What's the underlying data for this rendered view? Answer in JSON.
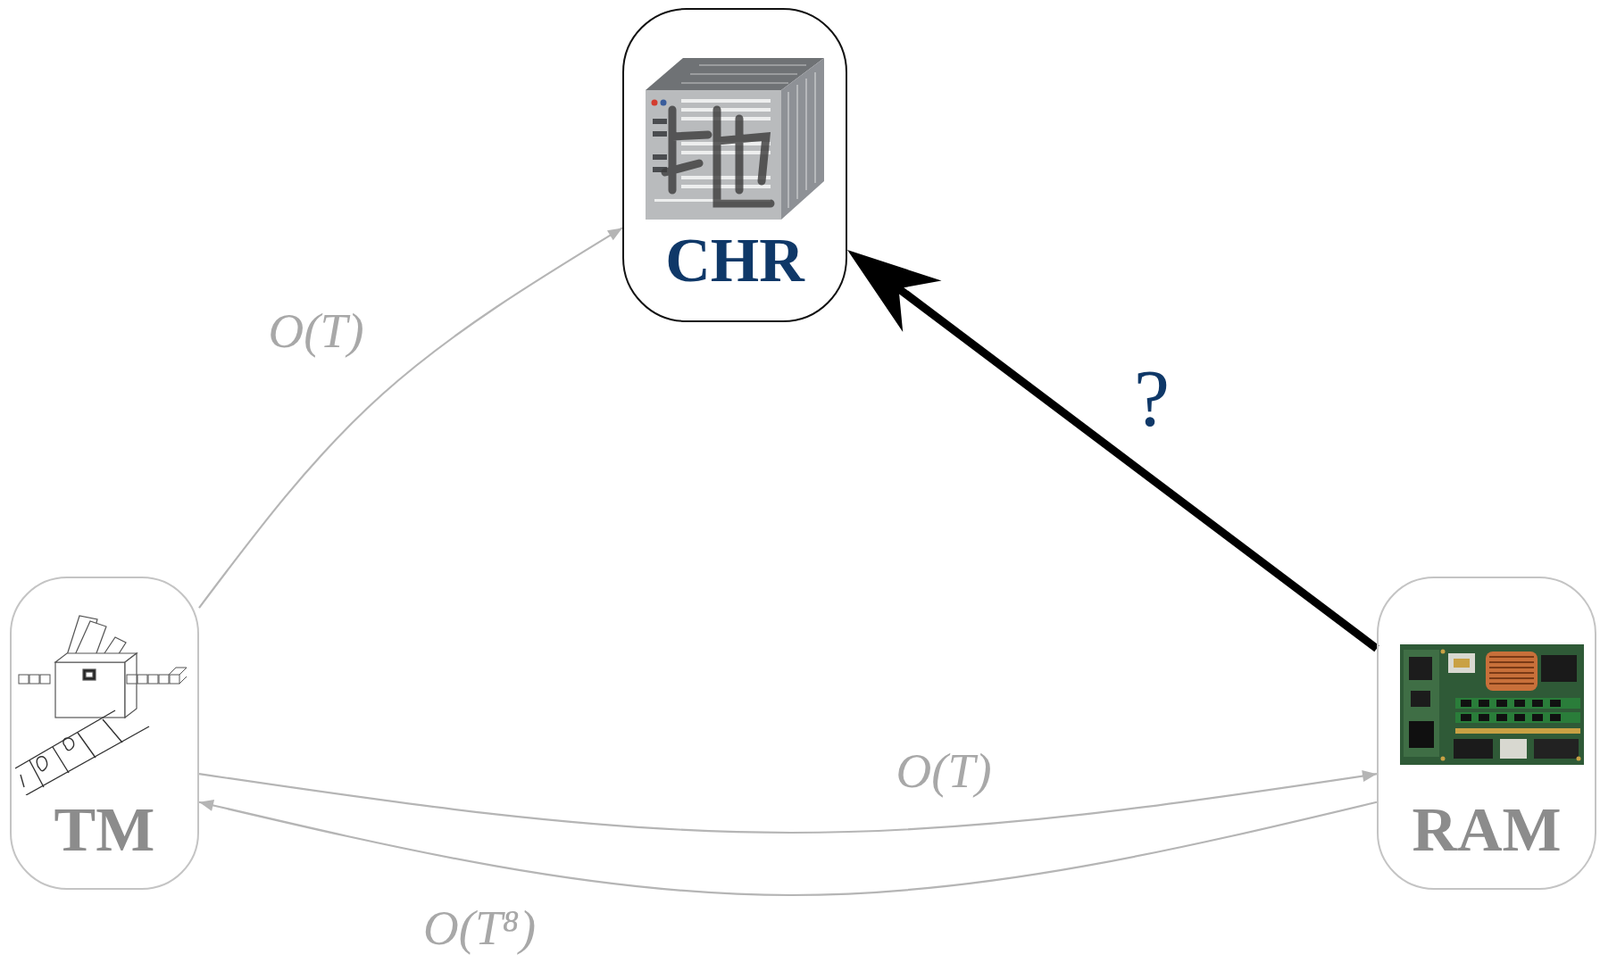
{
  "diagram": {
    "nodes": [
      {
        "text": [
          "CHR"
        ]
      },
      {
        "text": [
          "TM"
        ]
      },
      {
        "text": [
          "RAM"
        ]
      }
    ],
    "edges": [
      {
        "from": 1,
        "to": 0,
        "arrow": "to",
        "label": "O(T)"
      },
      {
        "from": 1,
        "to": 2,
        "arrow": "to",
        "label": "O(T)"
      },
      {
        "from": 2,
        "to": 1,
        "arrow": "to",
        "label": "O(T⁸)"
      },
      {
        "from": 2,
        "to": 0,
        "arrow": "to",
        "label": "?"
      }
    ]
  }
}
